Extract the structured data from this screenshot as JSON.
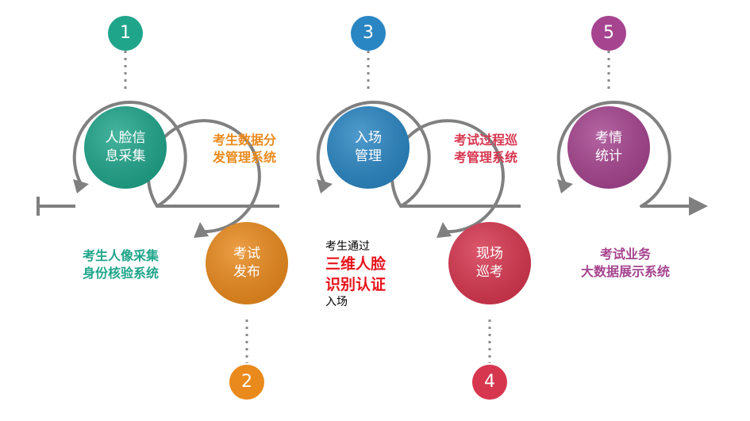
{
  "colors": {
    "teal": "#1fa58a",
    "blue": "#2a86c3",
    "purple": "#a6448f",
    "orange": "#ea8a1d",
    "red": "#d7364f",
    "timeline": "#7f7f7f"
  },
  "steps": [
    {
      "num": "1",
      "label": "人脸信\n息采集",
      "color_key": "teal"
    },
    {
      "num": "2",
      "label": "考试\n发布",
      "color_key": "orange"
    },
    {
      "num": "3",
      "label": "入场\n管理",
      "color_key": "blue"
    },
    {
      "num": "4",
      "label": "现场\n巡考",
      "color_key": "red"
    },
    {
      "num": "5",
      "label": "考情\n统计",
      "color_key": "purple"
    }
  ],
  "descriptions": {
    "d1": "考生人像采集\n身份核验系统",
    "d2": "考生数据分\n发管理系统",
    "d3_top": "考生通过",
    "d3_highlight": "三维人脸\n识别认证",
    "d3_bottom": "入场",
    "d4": "考试过程巡\n考管理系统",
    "d5": "考试业务\n大数据展示系统"
  }
}
